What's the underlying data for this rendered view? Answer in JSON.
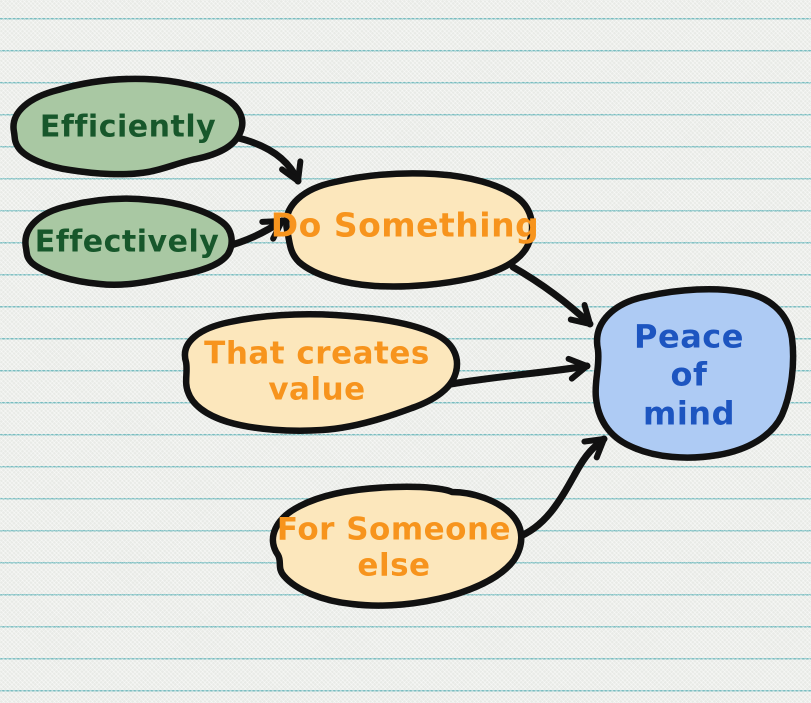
{
  "canvas": {
    "kind": "hand-drawn mind map on ruled notebook paper",
    "paper_color": "#eef0ec",
    "ruled_line_color": "#7cc0c3",
    "outline_color": "#111111"
  },
  "diagram": {
    "nodes": [
      {
        "id": "efficiently",
        "label": "Efficiently",
        "fill": "#a9c8a3",
        "text_color": "#17572b"
      },
      {
        "id": "effectively",
        "label": "Effectively",
        "fill": "#a9c8a3",
        "text_color": "#17572b"
      },
      {
        "id": "do-something",
        "label": "Do Something",
        "fill": "#fce7bc",
        "text_color": "#f7941d"
      },
      {
        "id": "that-creates-value",
        "label": "That creates\nvalue",
        "fill": "#fce7bc",
        "text_color": "#f7941d"
      },
      {
        "id": "for-someone-else",
        "label": "For Someone\nelse",
        "fill": "#fce7bc",
        "text_color": "#f7941d"
      },
      {
        "id": "peace-of-mind",
        "label": "Peace\nof\nmind",
        "fill": "#aecbf4",
        "text_color": "#1d55c0"
      }
    ],
    "edges": [
      {
        "from": "efficiently",
        "to": "do-something"
      },
      {
        "from": "effectively",
        "to": "do-something"
      },
      {
        "from": "do-something",
        "to": "peace-of-mind"
      },
      {
        "from": "that-creates-value",
        "to": "peace-of-mind"
      },
      {
        "from": "for-someone-else",
        "to": "peace-of-mind"
      }
    ]
  }
}
